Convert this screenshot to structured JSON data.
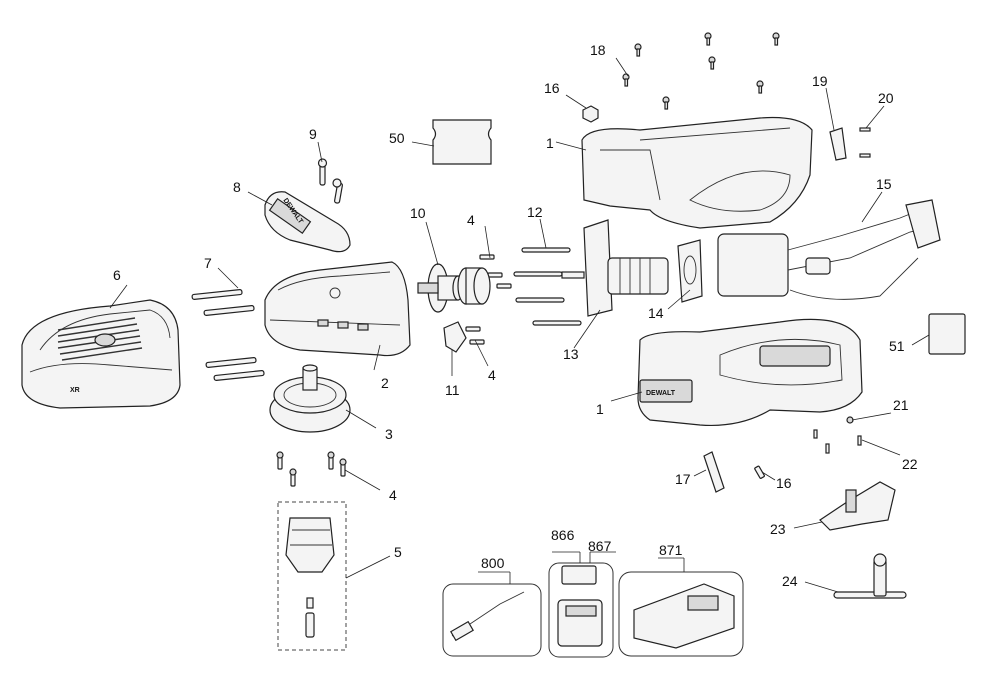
{
  "labels": {
    "p1a": "1",
    "p1b": "1",
    "p2": "2",
    "p3": "3",
    "p4a": "4",
    "p4b": "4",
    "p4c": "4",
    "p5": "5",
    "p6": "6",
    "p7": "7",
    "p8": "8",
    "p9": "9",
    "p10": "10",
    "p11": "11",
    "p12": "12",
    "p13": "13",
    "p14": "14",
    "p15": "15",
    "p16a": "16",
    "p16b": "16",
    "p17": "17",
    "p18": "18",
    "p19": "19",
    "p20": "20",
    "p21": "21",
    "p22": "22",
    "p23": "23",
    "p24": "24",
    "p50": "50",
    "p51": "51",
    "p800": "800",
    "p866": "866",
    "p867": "867",
    "p871": "871"
  },
  "logos": {
    "brand": "DEWALT",
    "guard_mark": "XR"
  },
  "colors": {
    "line": "#222222",
    "fill": "#f4f4f4",
    "shade": "#d9d9d9"
  }
}
